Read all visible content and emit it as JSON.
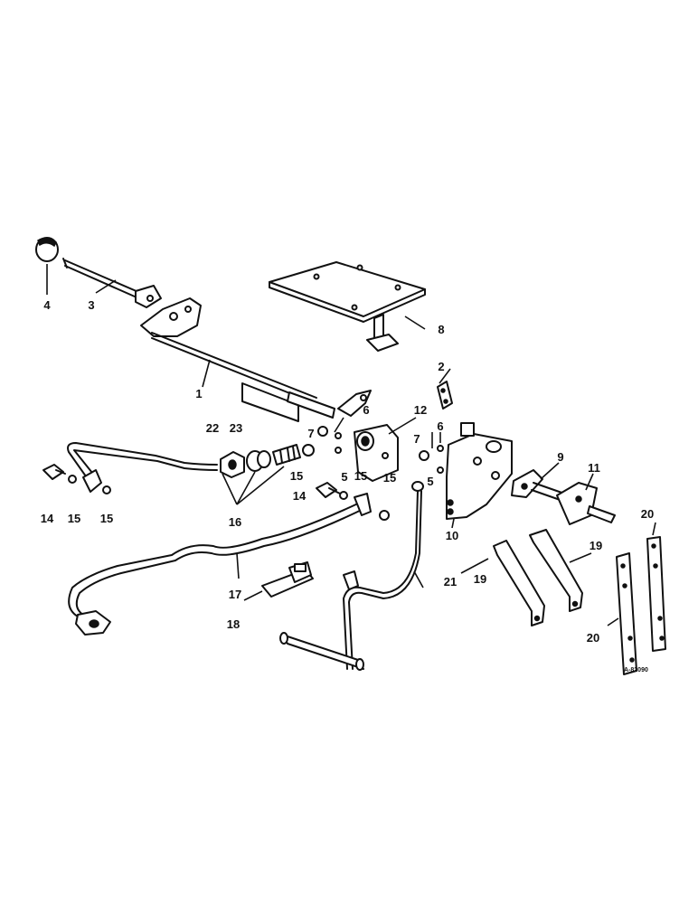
{
  "diagram": {
    "reference_code": "A-82090",
    "callouts": {
      "c1": "1",
      "c2": "2",
      "c3": "3",
      "c4": "4",
      "c5a": "5",
      "c5b": "5",
      "c6a": "6",
      "c6b": "6",
      "c7a": "7",
      "c7b": "7",
      "c8": "8",
      "c9": "9",
      "c10": "10",
      "c11": "11",
      "c12": "12",
      "c14a": "14",
      "c14b": "14",
      "c15a": "15",
      "c15b": "15",
      "c15c": "15",
      "c15d": "15",
      "c15e": "15",
      "c16": "16",
      "c17": "17",
      "c18": "18",
      "c19a": "19",
      "c19b": "19",
      "c20a": "20",
      "c20b": "20",
      "c21": "21",
      "c22": "22",
      "c23": "23"
    }
  }
}
